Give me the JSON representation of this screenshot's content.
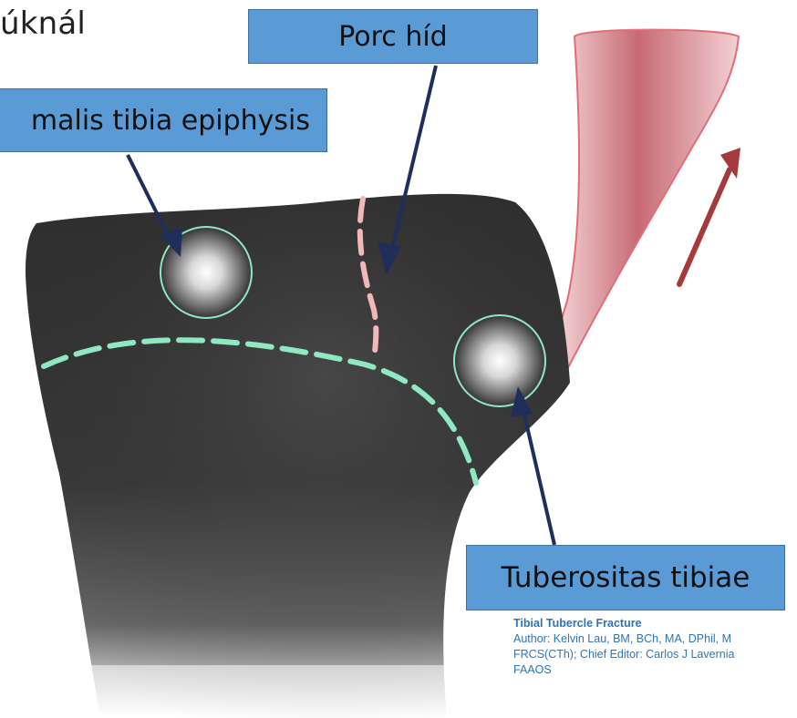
{
  "heading": "úknál",
  "labels": {
    "porc_hid": "Porc híd",
    "epiphysis": "malis tibia epiphysis",
    "tuberositas": "Tuberositas tibiae"
  },
  "citation": {
    "title": "Tibial Tubercle Fracture",
    "line1": "Author: Kelvin Lau, BM, BCh, MA, DPhil, M",
    "line2": "FRCS(CTh); Chief Editor: Carlos J Lavernia",
    "line3": "FAAOS"
  },
  "colors": {
    "callout_fill": "#5b9bd5",
    "arrow": "#1f2e5a",
    "bone": "#3a3a3a",
    "growth_plate_line": "#8ee8c2",
    "cartilage_bridge_line": "#f2b8b8",
    "tendon": "#c0505a",
    "pull_arrow": "#a6393b",
    "citation_text": "#2e74b5"
  }
}
